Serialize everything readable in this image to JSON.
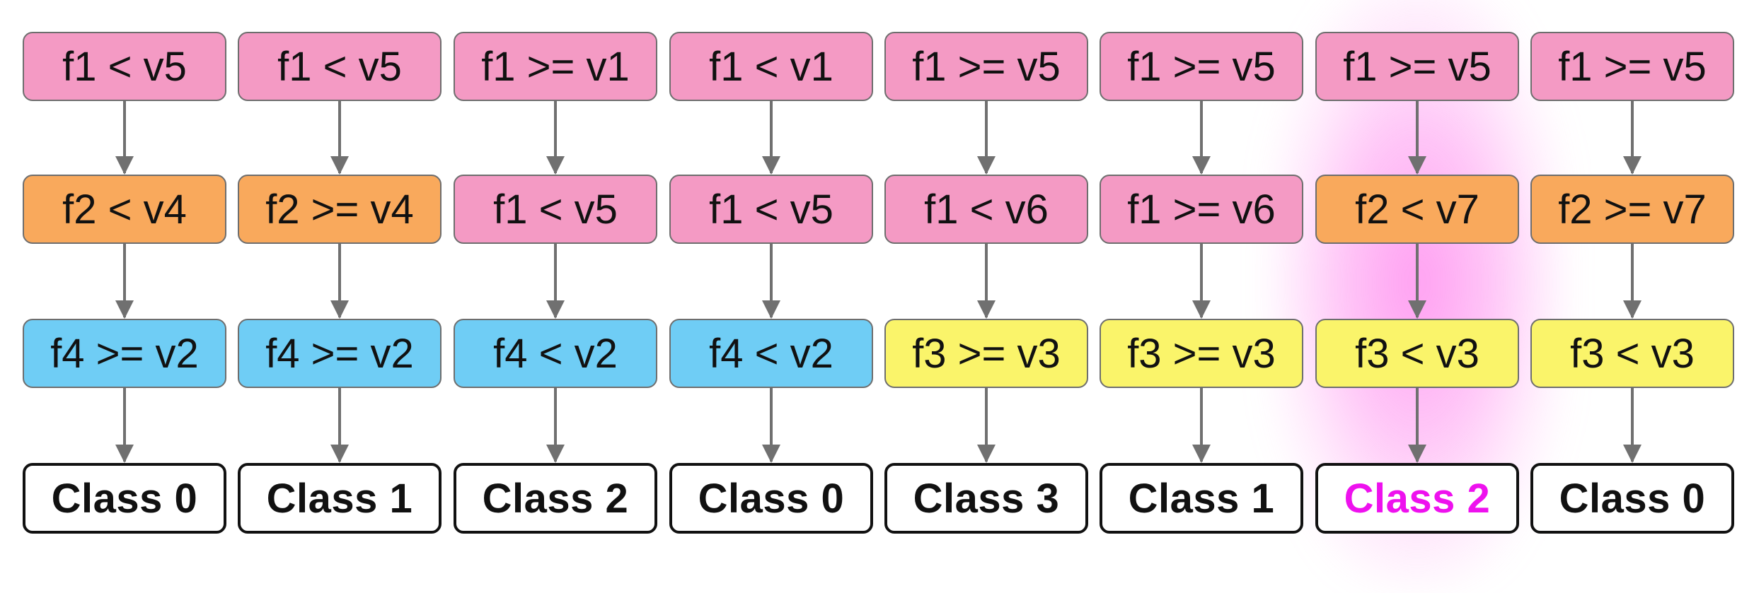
{
  "colors": {
    "f1": "#f49ac4",
    "f2": "#f9a95c",
    "f3": "#faf46a",
    "f4": "#6fcdf5",
    "highlight": "#ee11ee",
    "leaf_text": "#111111"
  },
  "columns": [
    {
      "conditions": [
        {
          "text": "f1 < v5",
          "feature": "f1"
        },
        {
          "text": "f2 < v4",
          "feature": "f2"
        },
        {
          "text": "f4 >= v2",
          "feature": "f4"
        }
      ],
      "class_label": "Class 0",
      "highlighted": false
    },
    {
      "conditions": [
        {
          "text": "f1 < v5",
          "feature": "f1"
        },
        {
          "text": "f2 >= v4",
          "feature": "f2"
        },
        {
          "text": "f4 >= v2",
          "feature": "f4"
        }
      ],
      "class_label": "Class 1",
      "highlighted": false
    },
    {
      "conditions": [
        {
          "text": "f1 >= v1",
          "feature": "f1"
        },
        {
          "text": "f1 < v5",
          "feature": "f1"
        },
        {
          "text": "f4 < v2",
          "feature": "f4"
        }
      ],
      "class_label": "Class 2",
      "highlighted": false
    },
    {
      "conditions": [
        {
          "text": "f1 < v1",
          "feature": "f1"
        },
        {
          "text": "f1 < v5",
          "feature": "f1"
        },
        {
          "text": "f4 < v2",
          "feature": "f4"
        }
      ],
      "class_label": "Class 0",
      "highlighted": false
    },
    {
      "conditions": [
        {
          "text": "f1 >= v5",
          "feature": "f1"
        },
        {
          "text": "f1 < v6",
          "feature": "f1"
        },
        {
          "text": "f3 >= v3",
          "feature": "f3"
        }
      ],
      "class_label": "Class 3",
      "highlighted": false
    },
    {
      "conditions": [
        {
          "text": "f1 >= v5",
          "feature": "f1"
        },
        {
          "text": "f1 >= v6",
          "feature": "f1"
        },
        {
          "text": "f3 >= v3",
          "feature": "f3"
        }
      ],
      "class_label": "Class 1",
      "highlighted": false
    },
    {
      "conditions": [
        {
          "text": "f1 >= v5",
          "feature": "f1"
        },
        {
          "text": "f2 < v7",
          "feature": "f2"
        },
        {
          "text": "f3 < v3",
          "feature": "f3"
        }
      ],
      "class_label": "Class 2",
      "highlighted": true
    },
    {
      "conditions": [
        {
          "text": "f1 >= v5",
          "feature": "f1"
        },
        {
          "text": "f2 >= v7",
          "feature": "f2"
        },
        {
          "text": "f3 < v3",
          "feature": "f3"
        }
      ],
      "class_label": "Class 0",
      "highlighted": false
    }
  ]
}
